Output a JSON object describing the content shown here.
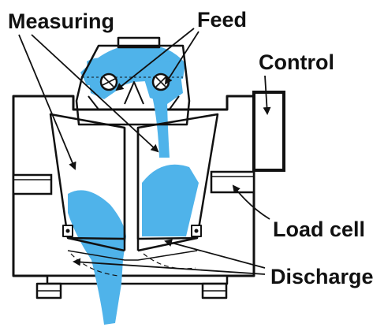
{
  "labels": {
    "measuring": "Measuring",
    "feed": "Feed",
    "control": "Control",
    "load_cell": "Load cell",
    "discharge": "Discharge"
  },
  "colors": {
    "material": "#4fb3ea",
    "line": "#111111",
    "background": "#ffffff"
  }
}
